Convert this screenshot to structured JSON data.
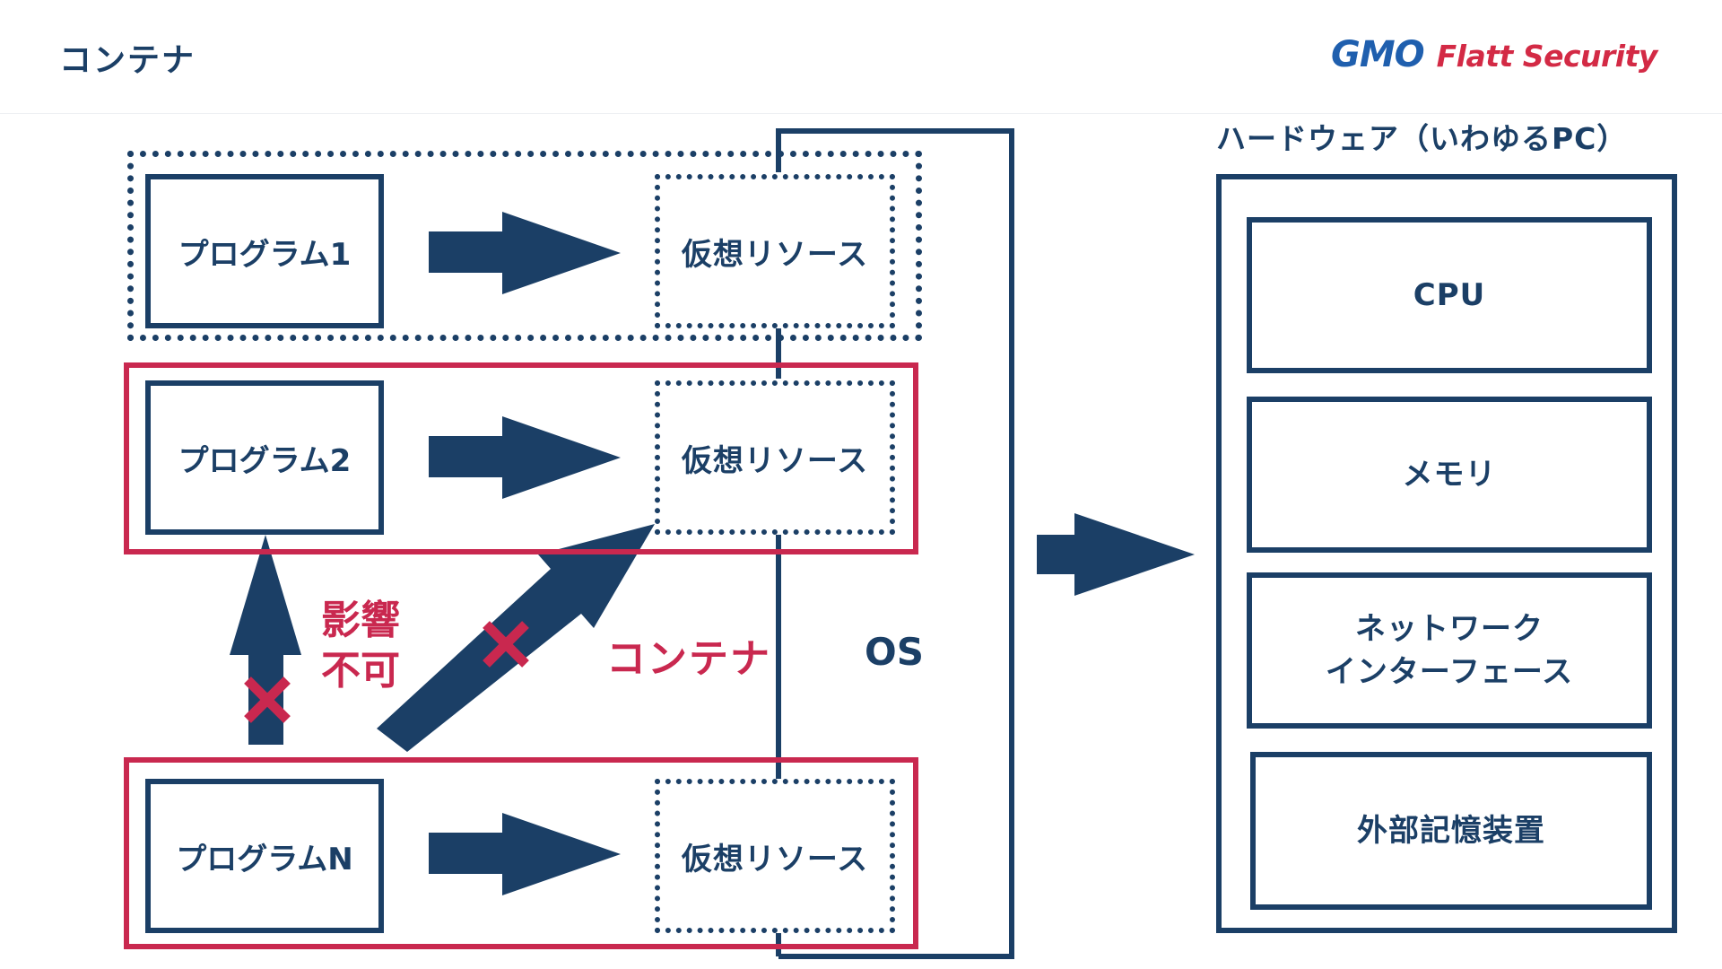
{
  "header": {
    "title": "コンテナ",
    "logo_gmo": "GMO",
    "logo_security": "Flatt Security"
  },
  "diagram": {
    "programs": [
      {
        "label": "プログラム1",
        "resource": "仮想リソース"
      },
      {
        "label": "プログラム2",
        "resource": "仮想リソース"
      },
      {
        "label": "プログラムN",
        "resource": "仮想リソース"
      }
    ],
    "blocked_label_line1": "影響",
    "blocked_label_line2": "不可",
    "container_label": "コンテナ",
    "os_label": "OS",
    "hardware": {
      "title": "ハードウェア（いわゆるPC）",
      "items": [
        {
          "line1": "CPU",
          "line2": ""
        },
        {
          "line1": "メモリ",
          "line2": ""
        },
        {
          "line1": "ネットワーク",
          "line2": "インターフェース"
        },
        {
          "line1": "外部記憶装置",
          "line2": ""
        }
      ]
    }
  },
  "colors": {
    "navy": "#1b3f66",
    "red": "#c9284f",
    "logo_blue": "#1f5fae"
  }
}
